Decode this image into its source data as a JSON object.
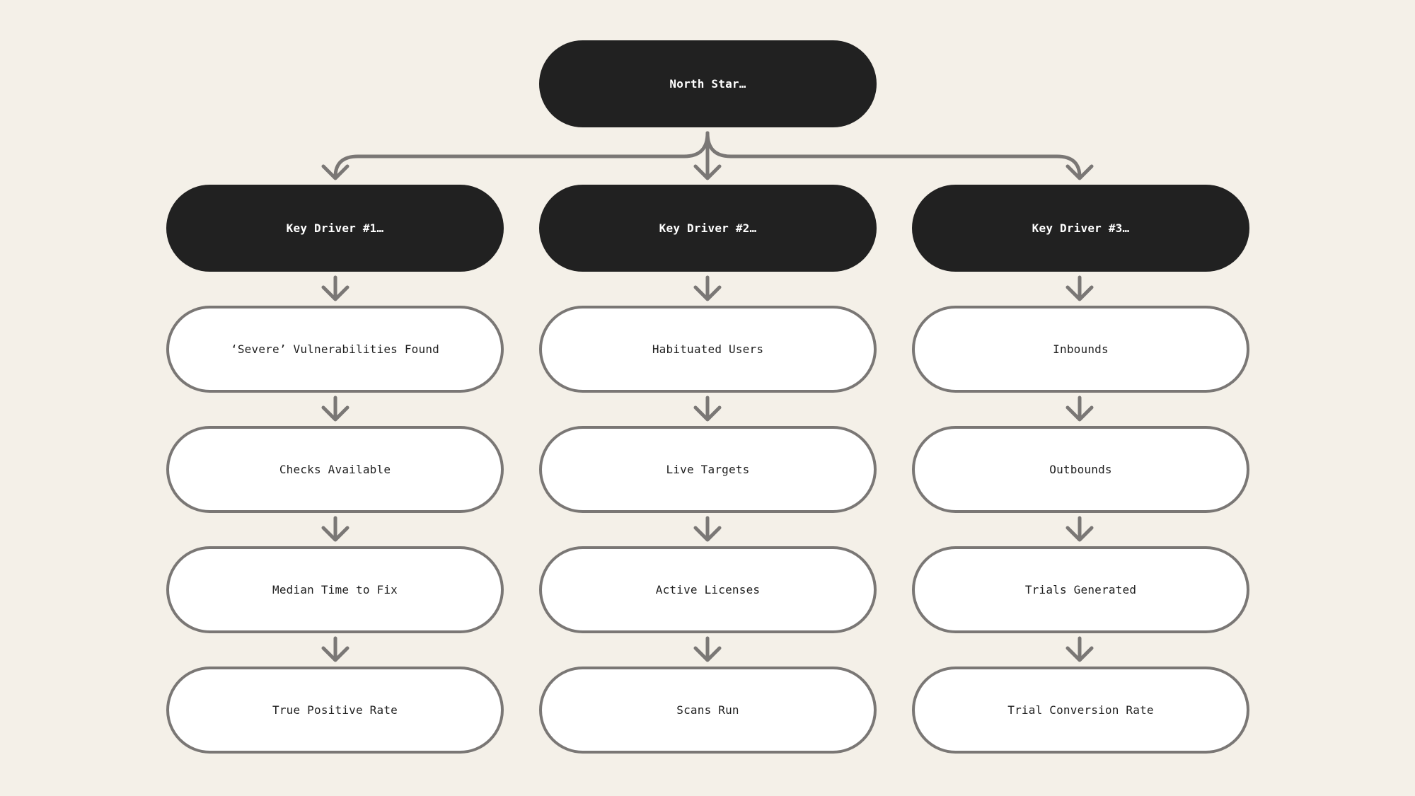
{
  "colors": {
    "background": "#f4f0e8",
    "dark_node": "#212121",
    "light_node": "#ffffff",
    "border_and_arrows": "#7a7775"
  },
  "north_star": {
    "label": "North Star…"
  },
  "columns": [
    {
      "driver": "Key Driver #1…",
      "metrics": [
        "‘Severe’ Vulnerabilities Found",
        "Checks Available",
        "Median Time to Fix",
        "True Positive Rate"
      ]
    },
    {
      "driver": "Key Driver #2…",
      "metrics": [
        "Habituated Users",
        "Live Targets",
        "Active Licenses",
        "Scans Run"
      ]
    },
    {
      "driver": "Key Driver #3…",
      "metrics": [
        "Inbounds",
        "Outbounds",
        "Trials Generated",
        "Trial Conversion Rate"
      ]
    }
  ]
}
